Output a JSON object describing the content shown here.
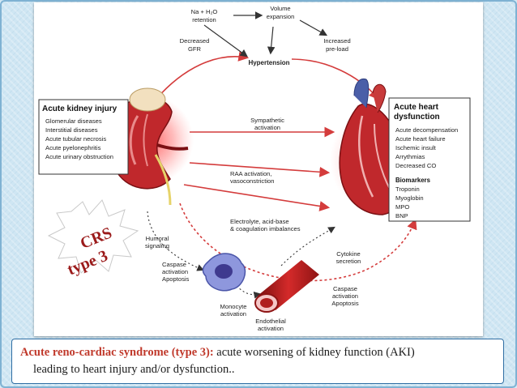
{
  "labels": {
    "na_h2o_retention": [
      "Na + H₂O",
      "retention"
    ],
    "volume_expansion": [
      "Volume",
      "expansion"
    ],
    "decreased_gfr": [
      "Decreased",
      "GFR"
    ],
    "hypertension": "Hypertension",
    "increased_preload": [
      "Increased",
      "pre-load"
    ],
    "sympathetic_activation": [
      "Sympathetic",
      "activation"
    ],
    "raa_activation": [
      "RAA activation,",
      "vasoconstriction"
    ],
    "electrolyte": [
      "Electrolyte, acid-base",
      "& coagulation imbalances"
    ],
    "humoral_signaling": [
      "Humoral",
      "signaling"
    ],
    "caspase_left": [
      "Caspase",
      "activation",
      "Apoptosis"
    ],
    "monocyte_activation": [
      "Monocyte",
      "activation"
    ],
    "endothelial_activation": [
      "Endothelial",
      "activation"
    ],
    "cytokine_secretion": [
      "Cytokine",
      "secretion"
    ],
    "caspase_right": [
      "Caspase",
      "activation",
      "Apoptosis"
    ]
  },
  "kidney_box": {
    "title": "Acute kidney injury",
    "items": [
      "Glomerular diseases",
      "Interstitial diseases",
      "Acute tubular necrosis",
      "Acute pyelonephritis",
      "Acute urinary obstruction"
    ]
  },
  "heart_box": {
    "title": [
      "Acute heart",
      "dysfunction"
    ],
    "items": [
      "Acute decompensation",
      "Acute heart failure",
      "Ischemic insult",
      "Arrythmias",
      "Decreased CO"
    ],
    "biomarkers_title": "Biomarkers",
    "biomarkers": [
      "Troponin",
      "Myoglobin",
      "MPO",
      "BNP"
    ]
  },
  "stamp": {
    "line1": "CRS",
    "line2": "type 3"
  },
  "caption": {
    "highlight": "Acute reno-cardiac syndrome (type 3):",
    "line1_rest": " acute worsening of kidney function (AKI)",
    "line2": "leading to heart injury and/or dysfunction.."
  },
  "colors": {
    "arrow_red": "#d43c3c",
    "label_text": "#222222",
    "caption_highlight": "#c0392b",
    "caption_border": "#2f6ea3",
    "stamp_fill": "#ffffff",
    "stamp_text": "#9b1b1b"
  }
}
